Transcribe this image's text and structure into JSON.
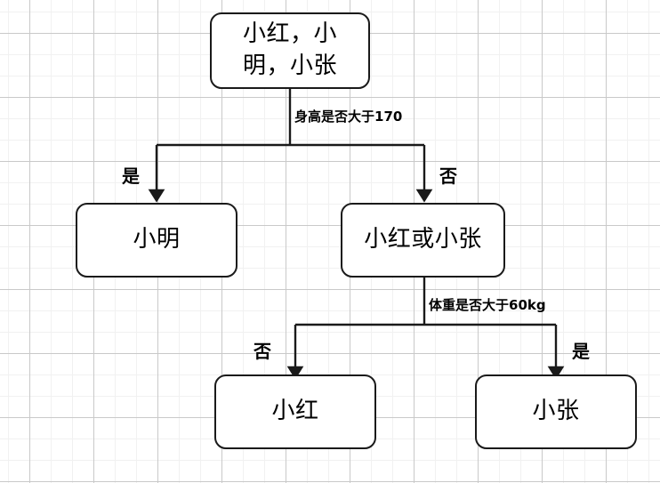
{
  "diagram": {
    "title": "decision-tree",
    "background": {
      "grid_minor_color": "#f1f1f1",
      "grid_major_color": "#c9c9c9",
      "page_color": "#ffffff"
    },
    "style": {
      "node_border_color": "#1a1a1a",
      "node_fill_color": "#ffffff",
      "text_color": "#000000",
      "edge_color": "#1a1a1a"
    },
    "nodes": [
      {
        "id": "root",
        "label": "小红，小\n明，小张"
      },
      {
        "id": "xiaoming",
        "label": "小明"
      },
      {
        "id": "hong_zhang",
        "label": "小红或小张"
      },
      {
        "id": "xiaohong",
        "label": "小红"
      },
      {
        "id": "xiaozhang",
        "label": "小张"
      }
    ],
    "edges": [
      {
        "id": "split-1",
        "question": "身高是否大于170",
        "left_branch": "是",
        "right_branch": "否"
      },
      {
        "id": "split-2",
        "question": "体重是否大于60kg",
        "left_branch": "否",
        "right_branch": "是"
      }
    ]
  }
}
